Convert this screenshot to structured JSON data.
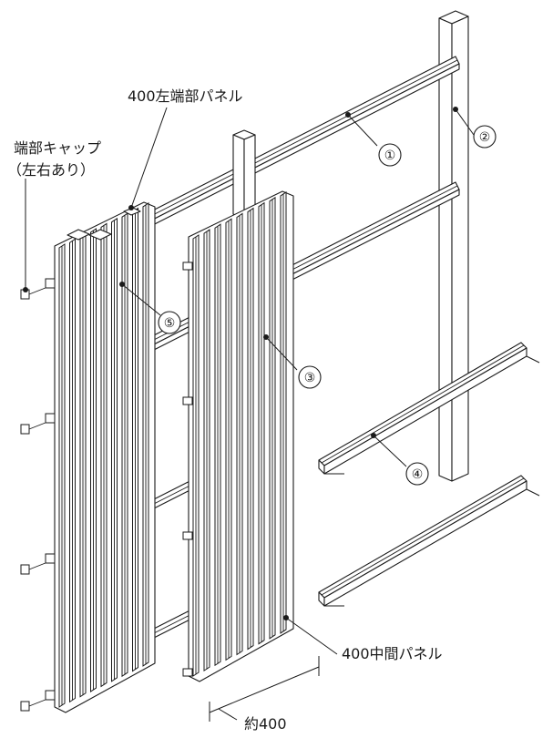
{
  "labels": {
    "left_end_panel": "400左端部パネル",
    "end_cap_line1": "端部キャップ",
    "end_cap_line2": "（左右あり）",
    "middle_panel": "400中間パネル",
    "width": "約400"
  },
  "callouts": [
    "①",
    "②",
    "③",
    "④",
    "⑤"
  ]
}
